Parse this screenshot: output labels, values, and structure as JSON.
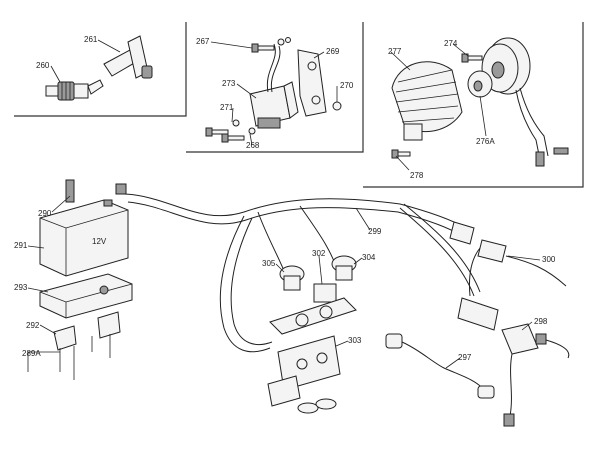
{
  "labels": {
    "l261": "261",
    "l260": "260",
    "l267": "267",
    "l269": "269",
    "l273": "273",
    "l270": "270",
    "l271": "271",
    "l268": "268",
    "l277": "277",
    "l274": "274",
    "l276a": "276A",
    "l278": "278",
    "l290": "290",
    "l291": "291",
    "l293": "293",
    "l292": "292",
    "l289a": "289A",
    "l299": "299",
    "l305": "305",
    "l302": "302",
    "l304": "304",
    "l300": "300",
    "l303": "303",
    "l298": "298",
    "l297": "297",
    "battery_text": "12V"
  }
}
